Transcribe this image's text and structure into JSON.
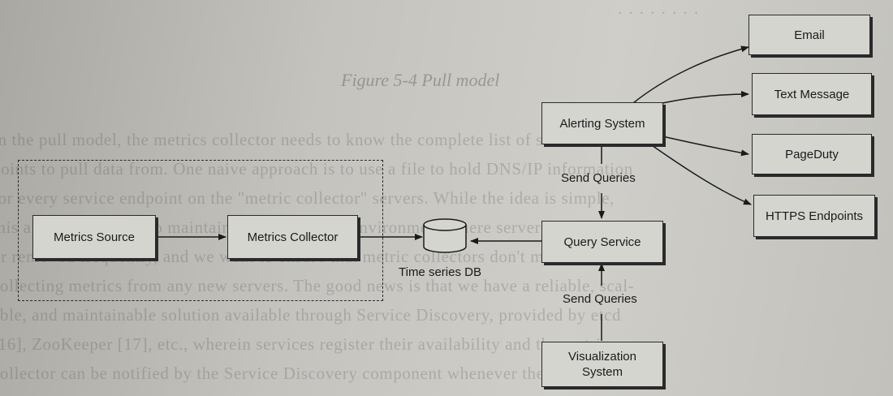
{
  "boxes": {
    "email": "Email",
    "text_message": "Text Message",
    "pagerduty": "PageDuty",
    "https_endpoints": "HTTPS Endpoints",
    "alerting_system": "Alerting System",
    "query_service": "Query Service",
    "visualization_line1": "Visualization",
    "visualization_line2": "System",
    "metrics_source": "Metrics Source",
    "metrics_collector": "Metrics Collector"
  },
  "database_label": "Time series DB",
  "edge_labels": {
    "alert_to_query": "Send Queries",
    "viz_to_query": "Send Queries"
  },
  "caption": "Figure 5-4 Pull model"
}
